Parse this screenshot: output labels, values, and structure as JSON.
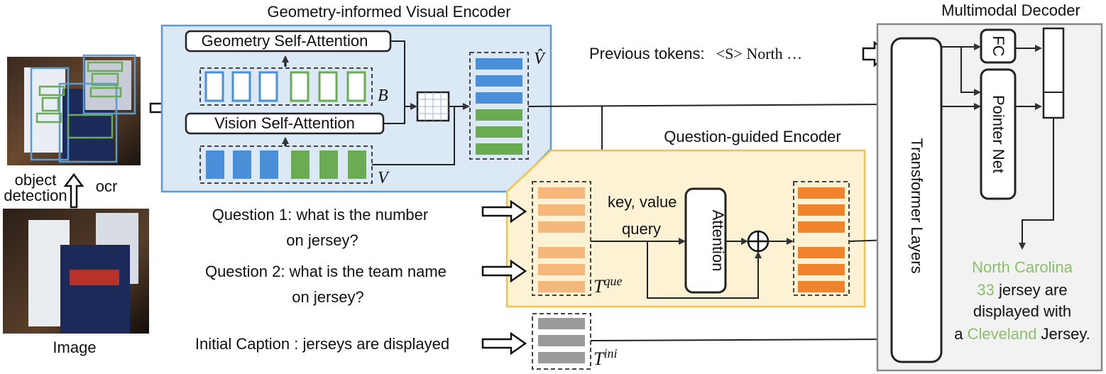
{
  "image_panel": {
    "label": "Image",
    "object_detection": "object\ndetection",
    "ocr": "ocr"
  },
  "visual_encoder": {
    "title": "Geometry-informed Visual Encoder",
    "geometry_attention": "Geometry Self-Attention",
    "vision_attention": "Vision Self-Attention",
    "label_b": "B",
    "label_v": "V",
    "label_vhat": "V̂"
  },
  "question_encoder": {
    "title": "Question-guided Encoder",
    "key_value": "key, value",
    "query": "query",
    "attention": "Attention",
    "label_tque_base": "T",
    "label_tque_sup": "que",
    "label_tini_base": "T",
    "label_tini_sup": "ini"
  },
  "inputs": {
    "previous_tokens": "Previous tokens:",
    "previous_tokens_seq": "<S> North …",
    "question1_line1": "Question 1: what is the number",
    "question1_line2": "on jersey?",
    "question2_line1": "Question 2: what is the team name",
    "question2_line2": "on jersey?",
    "initial_caption": "Initial Caption : jerseys are displayed"
  },
  "decoder": {
    "title": "Multimodal Decoder",
    "transformer": "Transformer Layers",
    "fc": "FC",
    "pointer_net": "Pointer Net",
    "output_lines": [
      [
        {
          "t": "North Carolina",
          "green": true
        }
      ],
      [
        {
          "t": "33",
          "green": true
        },
        {
          "t": " jersey are",
          "green": false
        }
      ],
      [
        {
          "t": "displayed with",
          "green": false
        }
      ],
      [
        {
          "t": "a ",
          "green": false
        },
        {
          "t": "Cleveland",
          "green": true
        },
        {
          "t": " Jersey.",
          "green": false
        }
      ]
    ]
  },
  "colors": {
    "blue": "#4a90d9",
    "green": "#6aab54",
    "orange": "#f0832b",
    "light_orange": "#f5b77a",
    "gray": "#9a9a9a",
    "blue_title": "#5b9bd5",
    "orange_title": "#f0832b",
    "text_green": "#8bbf6a"
  }
}
